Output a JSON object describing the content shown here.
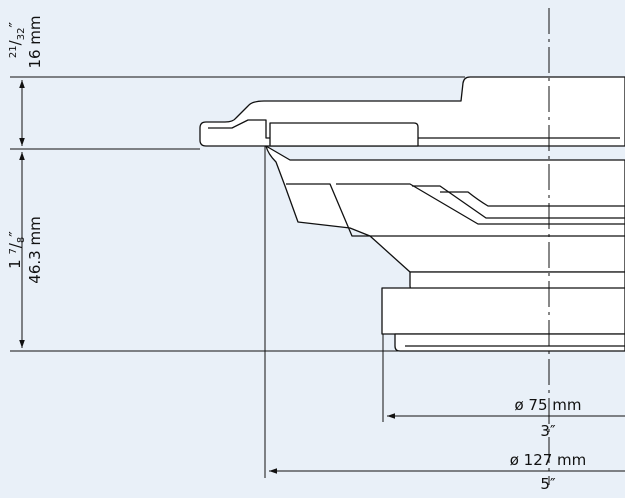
{
  "colors": {
    "background": "#e9f0f8",
    "line": "#111111",
    "part_fill": "#ffffff"
  },
  "dimensions": {
    "flange_height": {
      "metric": "16 mm",
      "imperial_num": "21",
      "imperial_den": "32",
      "inch_mark": "″"
    },
    "mount_depth": {
      "metric": "46.3 mm",
      "imperial_whole": "1",
      "imperial_num": "7",
      "imperial_den": "8",
      "inch_mark": "″"
    },
    "magnet_diameter": {
      "metric": "ø 75 mm",
      "imperial": "3″"
    },
    "frame_diameter": {
      "metric": "ø 127 mm",
      "imperial": "5″"
    }
  },
  "lines": {
    "center_axis": "centerline-dashed"
  }
}
